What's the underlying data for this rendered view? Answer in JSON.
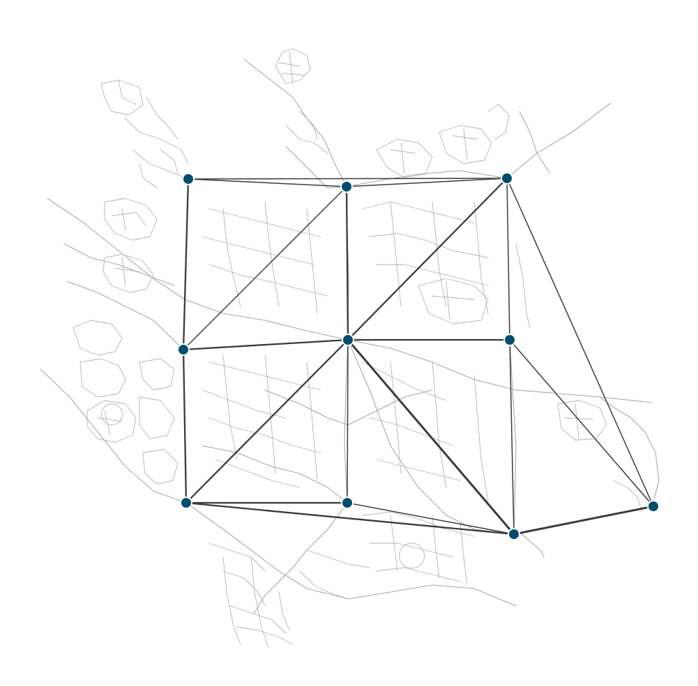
{
  "map": {
    "style": {
      "background": "#ffffff",
      "road_color": "#b3b3b3",
      "edge_color": "#3a3a3a",
      "node_color": "#004d6e",
      "node_outline": "#ffffff"
    },
    "nodes": [
      {
        "id": "n1"
      },
      {
        "id": "n2"
      },
      {
        "id": "n3"
      },
      {
        "id": "n4"
      },
      {
        "id": "n5"
      },
      {
        "id": "n6"
      },
      {
        "id": "n7"
      },
      {
        "id": "n8"
      },
      {
        "id": "n9"
      },
      {
        "id": "n10"
      }
    ],
    "edges": [
      {
        "from": "n1",
        "to": "n2",
        "weight": 1
      },
      {
        "from": "n1",
        "to": "n3",
        "weight": 1
      },
      {
        "from": "n1",
        "to": "n4",
        "weight": 2
      },
      {
        "from": "n2",
        "to": "n3",
        "weight": 1
      },
      {
        "from": "n2",
        "to": "n4",
        "weight": 1
      },
      {
        "from": "n2",
        "to": "n5",
        "weight": 2
      },
      {
        "from": "n3",
        "to": "n5",
        "weight": 2
      },
      {
        "from": "n3",
        "to": "n6",
        "weight": 1
      },
      {
        "from": "n3",
        "to": "n10",
        "weight": 1
      },
      {
        "from": "n4",
        "to": "n5",
        "weight": 2
      },
      {
        "from": "n4",
        "to": "n7",
        "weight": 2
      },
      {
        "from": "n5",
        "to": "n6",
        "weight": 2
      },
      {
        "from": "n5",
        "to": "n7",
        "weight": 2
      },
      {
        "from": "n5",
        "to": "n8",
        "weight": 1
      },
      {
        "from": "n5",
        "to": "n9",
        "weight": 3
      },
      {
        "from": "n6",
        "to": "n9",
        "weight": 1
      },
      {
        "from": "n6",
        "to": "n10",
        "weight": 1
      },
      {
        "from": "n7",
        "to": "n8",
        "weight": 2
      },
      {
        "from": "n7",
        "to": "n9",
        "weight": 2
      },
      {
        "from": "n8",
        "to": "n9",
        "weight": 1
      },
      {
        "from": "n9",
        "to": "n10",
        "weight": 3
      }
    ]
  }
}
